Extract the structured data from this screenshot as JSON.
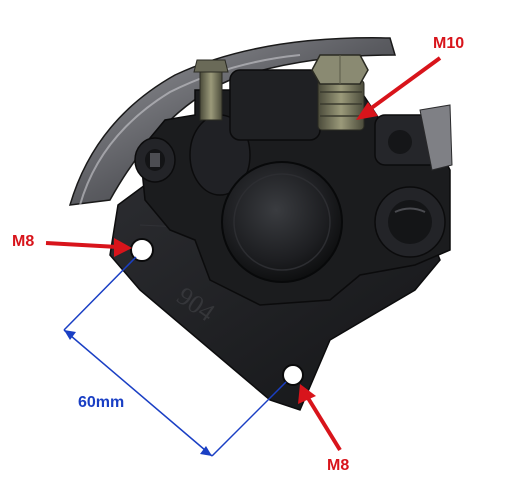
{
  "labels": {
    "top_right_bolt": "M10",
    "left_hole": "M8",
    "bottom_hole": "M8",
    "distance": "60mm"
  },
  "colors": {
    "arrow_red": "#d8141b",
    "dimension_blue": "#1a3fc4",
    "caliper_body": "#1b1c1e",
    "bracket": "#222326",
    "background": "#ffffff"
  }
}
